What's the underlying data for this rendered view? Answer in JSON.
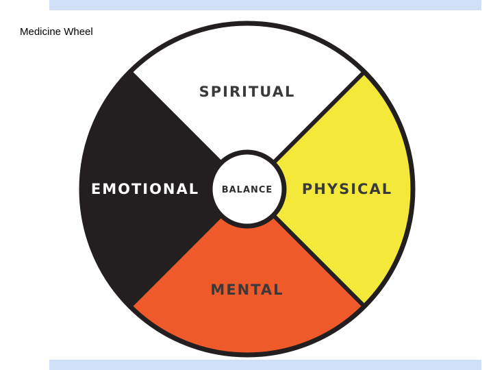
{
  "slide": {
    "title": "Medicine Wheel"
  },
  "wheel": {
    "quadrants": [
      {
        "id": "spiritual",
        "label": "SPIRITUAL",
        "color": "#ffffff"
      },
      {
        "id": "physical",
        "label": "PHYSICAL",
        "color": "#f4e93a"
      },
      {
        "id": "mental",
        "label": "MENTAL",
        "color": "#ef5a2b"
      },
      {
        "id": "emotional",
        "label": "EMOTIONAL",
        "color": "#231f20"
      }
    ],
    "center_label": "BALANCE",
    "outline_color": "#231f20"
  },
  "theme": {
    "band_color": "#cfe0f6"
  }
}
